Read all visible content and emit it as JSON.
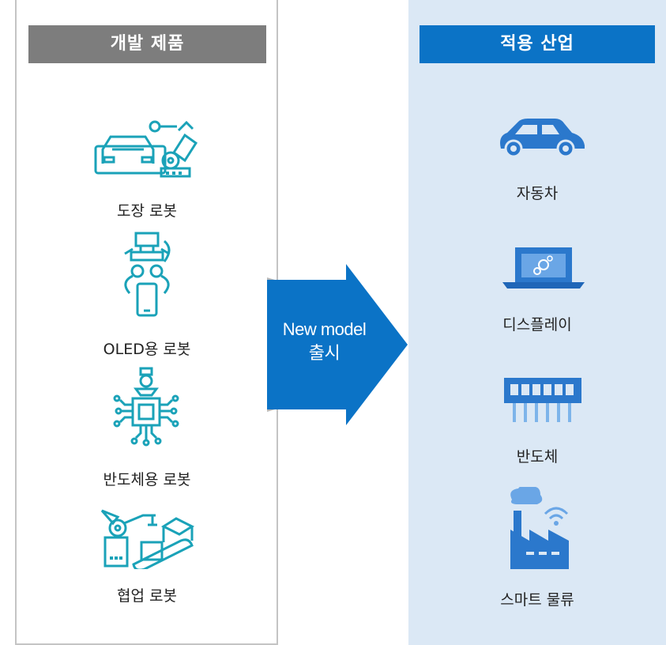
{
  "left_column": {
    "header": "개발 제품",
    "items": [
      {
        "label": "도장 로봇",
        "icon": "painting-robot-icon"
      },
      {
        "label": "OLED용 로봇",
        "icon": "oled-robot-icon"
      },
      {
        "label": "반도체용 로봇",
        "icon": "semiconductor-robot-icon"
      },
      {
        "label": "협업 로봇",
        "icon": "collaborative-robot-icon"
      }
    ]
  },
  "arrow": {
    "line1": "New model",
    "line2": "출시"
  },
  "right_column": {
    "header": "적용 산업",
    "items": [
      {
        "label": "자동차",
        "icon": "car-icon"
      },
      {
        "label": "디스플레이",
        "icon": "display-laptop-icon"
      },
      {
        "label": "반도체",
        "icon": "chip-icon"
      },
      {
        "label": "스마트 물류",
        "icon": "smart-factory-icon"
      }
    ]
  },
  "colors": {
    "teal": "#1aa2b8",
    "blue": "#0b73c6",
    "gray_header": "#7d7d7d",
    "right_bg": "#dbe8f5"
  }
}
